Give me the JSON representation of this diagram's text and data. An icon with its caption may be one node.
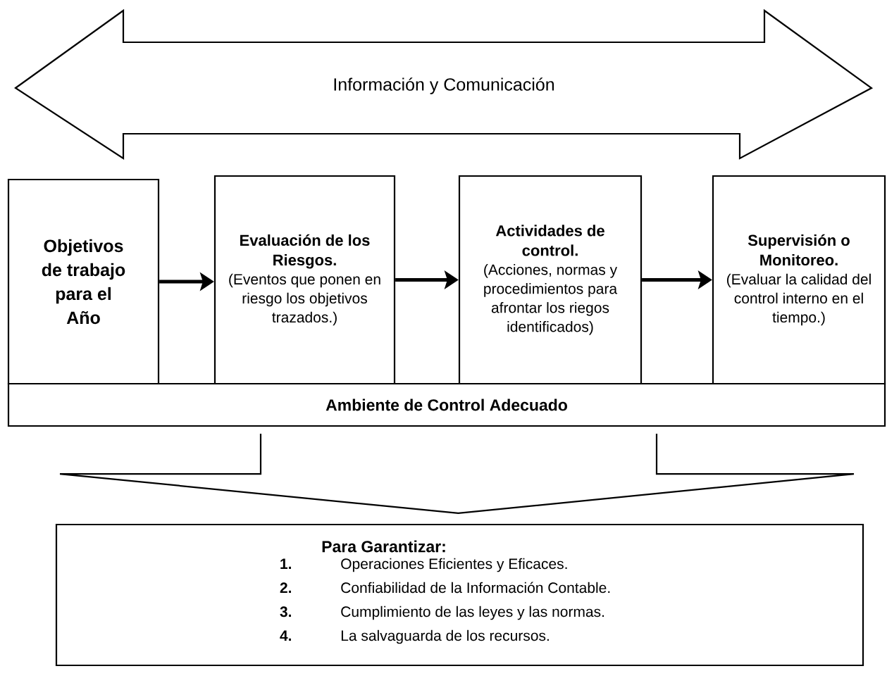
{
  "diagram": {
    "nodes": [
      {
        "text": [
          "Información y Comunicación"
        ]
      },
      {
        "text": [
          "Objetivos de trabajo para el Año"
        ]
      },
      {
        "text": [
          "Evaluación de los Riesgos.",
          "(Eventos que ponen en riesgo los objetivos trazados.)"
        ]
      },
      {
        "text": [
          "Actividades de control.",
          "(Acciones, normas y procedimientos para afrontar los riegos identificados)"
        ]
      },
      {
        "text": [
          "Supervisión o Monitoreo.",
          "(Evaluar la calidad del control interno en el tiempo.)"
        ]
      },
      {
        "text": [
          "Ambiente de Control Adecuado"
        ]
      },
      {
        "text": [
          "Para Garantizar:",
          "1.",
          "Operaciones Eficientes y Eficaces.",
          "2.",
          "Confiabilidad de la Información Contable.",
          "3.",
          "Cumplimiento de las leyes y las normas.",
          "4.",
          "La salvaguarda de los recursos."
        ]
      }
    ],
    "edges": [
      {
        "from": 1,
        "to": 2,
        "arrow": "to"
      },
      {
        "from": 2,
        "to": 3,
        "arrow": "to"
      },
      {
        "from": 3,
        "to": 4,
        "arrow": "to"
      },
      {
        "from": 5,
        "to": 6,
        "arrow": "to"
      }
    ]
  }
}
